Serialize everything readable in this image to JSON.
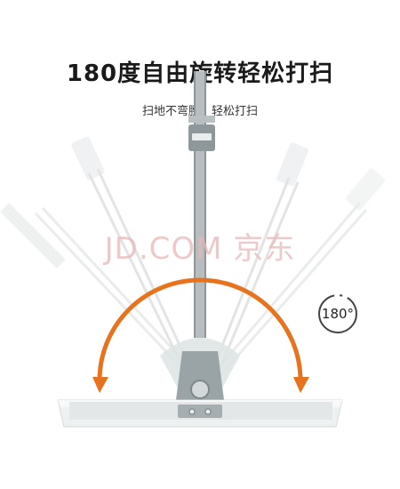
{
  "title": "180度自由旋转轻松打扫",
  "subtitle": "扫地不弯腰，轻松打扫",
  "watermark": "JD.COM 京东",
  "badge": {
    "label": "180°"
  },
  "colors": {
    "arc": "#e8731f",
    "handle": "#9aa3a6",
    "badge_dash": "#444444"
  }
}
